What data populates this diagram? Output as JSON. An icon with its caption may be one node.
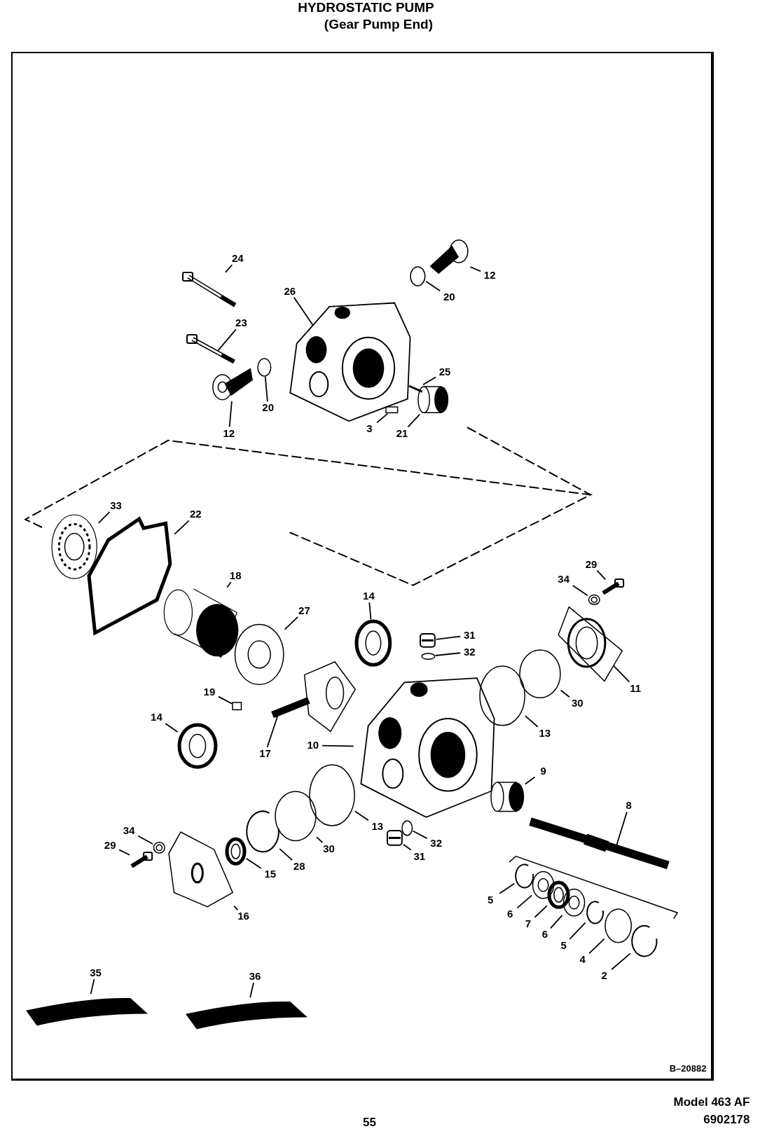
{
  "diagram": {
    "title": "HYDROSTATIC PUMP",
    "nodes": [
      {
        "text": [
          "24"
        ]
      },
      {
        "text": [],
        "shape": "picture"
      },
      {
        "text": [
          "26"
        ]
      },
      {
        "text": [],
        "shape": "picture"
      },
      {
        "text": [
          "12"
        ]
      },
      {
        "text": [],
        "shape": "picture"
      },
      {
        "text": [
          "20"
        ]
      },
      {
        "text": [],
        "shape": "circle"
      },
      {
        "text": [
          "23"
        ]
      },
      {
        "text": [],
        "shape": "picture"
      },
      {
        "text": [
          "20"
        ]
      },
      {
        "text": [],
        "shape": "circle"
      },
      {
        "text": [
          "12"
        ]
      },
      {
        "text": [],
        "shape": "picture"
      },
      {
        "text": [
          "25"
        ]
      },
      {
        "text": [],
        "shape": "picture"
      },
      {
        "text": [
          "3"
        ]
      },
      {
        "text": [],
        "shape": "box"
      },
      {
        "text": [
          "21"
        ]
      },
      {
        "text": [],
        "shape": "picture"
      },
      {
        "text": [
          "33"
        ]
      },
      {
        "text": [],
        "shape": "picture"
      },
      {
        "text": [
          "22"
        ]
      },
      {
        "text": [],
        "shape": "picture"
      },
      {
        "text": [
          "18"
        ]
      },
      {
        "text": [],
        "shape": "picture"
      },
      {
        "text": [
          "27"
        ]
      },
      {
        "text": [],
        "shape": "picture"
      },
      {
        "text": [
          "14"
        ]
      },
      {
        "text": [],
        "shape": "picture"
      },
      {
        "text": [
          "31"
        ]
      },
      {
        "text": [],
        "shape": "picture"
      },
      {
        "text": [
          "32"
        ]
      },
      {
        "text": [],
        "shape": "circle"
      },
      {
        "text": [
          "29"
        ]
      },
      {
        "text": [],
        "shape": "picture"
      },
      {
        "text": [
          "34"
        ]
      },
      {
        "text": [],
        "shape": "picture"
      },
      {
        "text": [
          "11"
        ]
      },
      {
        "text": [],
        "shape": "picture"
      },
      {
        "text": [
          "30"
        ]
      },
      {
        "text": [],
        "shape": "circle"
      },
      {
        "text": [
          "13"
        ]
      },
      {
        "text": [],
        "shape": "circle"
      },
      {
        "text": [
          "19"
        ]
      },
      {
        "text": [],
        "shape": "box"
      },
      {
        "text": [
          "14"
        ]
      },
      {
        "text": [],
        "shape": "picture"
      },
      {
        "text": [
          "17"
        ]
      },
      {
        "text": [],
        "shape": "picture"
      },
      {
        "text": [
          "10"
        ]
      },
      {
        "text": [],
        "shape": "picture"
      },
      {
        "text": [
          "9"
        ]
      },
      {
        "text": [],
        "shape": "picture"
      },
      {
        "text": [
          "8"
        ]
      },
      {
        "text": [],
        "shape": "picture"
      },
      {
        "text": [
          "13"
        ]
      },
      {
        "text": [],
        "shape": "circle"
      },
      {
        "text": [
          "30"
        ]
      },
      {
        "text": [],
        "shape": "circle"
      },
      {
        "text": [
          "32"
        ]
      },
      {
        "text": [],
        "shape": "circle"
      },
      {
        "text": [
          "31"
        ]
      },
      {
        "text": [],
        "shape": "picture"
      },
      {
        "text": [
          "34"
        ]
      },
      {
        "text": [],
        "shape": "picture"
      },
      {
        "text": [
          "29"
        ]
      },
      {
        "text": [],
        "shape": "picture"
      },
      {
        "text": [
          "28"
        ]
      },
      {
        "text": [],
        "shape": "picture"
      },
      {
        "text": [
          "15"
        ]
      },
      {
        "text": [],
        "shape": "picture"
      },
      {
        "text": [
          "16"
        ]
      },
      {
        "text": [],
        "shape": "picture"
      },
      {
        "text": [
          "5"
        ]
      },
      {
        "text": [],
        "shape": "picture"
      },
      {
        "text": [
          "6"
        ]
      },
      {
        "text": [],
        "shape": "picture"
      },
      {
        "text": [
          "7"
        ]
      },
      {
        "text": [],
        "shape": "picture"
      },
      {
        "text": [
          "6"
        ]
      },
      {
        "text": [],
        "shape": "picture"
      },
      {
        "text": [
          "5"
        ]
      },
      {
        "text": [],
        "shape": "picture"
      },
      {
        "text": [
          "4"
        ]
      },
      {
        "text": [],
        "shape": "circle"
      },
      {
        "text": [
          "2"
        ]
      },
      {
        "text": [],
        "shape": "picture"
      },
      {
        "text": [
          "35"
        ]
      },
      {
        "text": [],
        "shape": "picture"
      },
      {
        "text": [
          "36"
        ]
      },
      {
        "text": [],
        "shape": "picture"
      }
    ],
    "edges": [
      {
        "from": 0,
        "to": 1,
        "arrow": "none"
      },
      {
        "from": 2,
        "to": 3,
        "arrow": "none"
      },
      {
        "from": 4,
        "to": 5,
        "arrow": "none"
      },
      {
        "from": 6,
        "to": 7,
        "arrow": "none"
      },
      {
        "from": 8,
        "to": 9,
        "arrow": "none"
      },
      {
        "from": 10,
        "to": 11,
        "arrow": "none"
      },
      {
        "from": 12,
        "to": 13,
        "arrow": "none"
      },
      {
        "from": 14,
        "to": 15,
        "arrow": "none"
      },
      {
        "from": 16,
        "to": 17,
        "arrow": "none"
      },
      {
        "from": 18,
        "to": 19,
        "arrow": "none"
      },
      {
        "from": 20,
        "to": 21,
        "arrow": "none"
      },
      {
        "from": 22,
        "to": 23,
        "arrow": "none"
      },
      {
        "from": 24,
        "to": 25,
        "arrow": "none"
      },
      {
        "from": 26,
        "to": 27,
        "arrow": "none"
      },
      {
        "from": 28,
        "to": 29,
        "arrow": "none"
      },
      {
        "from": 30,
        "to": 31,
        "arrow": "none"
      },
      {
        "from": 32,
        "to": 33,
        "arrow": "none"
      },
      {
        "from": 34,
        "to": 35,
        "arrow": "none"
      },
      {
        "from": 36,
        "to": 37,
        "arrow": "none"
      },
      {
        "from": 38,
        "to": 39,
        "arrow": "none"
      },
      {
        "from": 40,
        "to": 41,
        "arrow": "none"
      },
      {
        "from": 42,
        "to": 43,
        "arrow": "none"
      },
      {
        "from": 44,
        "to": 45,
        "arrow": "none"
      },
      {
        "from": 46,
        "to": 47,
        "arrow": "none"
      },
      {
        "from": 48,
        "to": 49,
        "arrow": "none"
      },
      {
        "from": 50,
        "to": 51,
        "arrow": "none"
      },
      {
        "from": 52,
        "to": 53,
        "arrow": "none"
      },
      {
        "from": 54,
        "to": 55,
        "arrow": "none"
      },
      {
        "from": 56,
        "to": 57,
        "arrow": "none"
      },
      {
        "from": 58,
        "to": 59,
        "arrow": "none"
      },
      {
        "from": 60,
        "to": 61,
        "arrow": "none"
      },
      {
        "from": 62,
        "to": 63,
        "arrow": "none"
      },
      {
        "from": 64,
        "to": 65,
        "arrow": "none"
      },
      {
        "from": 66,
        "to": 67,
        "arrow": "none"
      },
      {
        "from": 68,
        "to": 69,
        "arrow": "none"
      },
      {
        "from": 70,
        "to": 71,
        "arrow": "none"
      },
      {
        "from": 72,
        "to": 73,
        "arrow": "none"
      },
      {
        "from": 74,
        "to": 75,
        "arrow": "none"
      },
      {
        "from": 76,
        "to": 77,
        "arrow": "none"
      },
      {
        "from": 78,
        "to": 79,
        "arrow": "none"
      },
      {
        "from": 80,
        "to": 81,
        "arrow": "none"
      },
      {
        "from": 82,
        "to": 83,
        "arrow": "none"
      },
      {
        "from": 84,
        "to": 85,
        "arrow": "none"
      },
      {
        "from": 86,
        "to": 87,
        "arrow": "none"
      },
      {
        "from": 88,
        "to": 89,
        "arrow": "none"
      },
      {
        "from": 90,
        "to": 91,
        "arrow": "none"
      }
    ],
    "labels": [
      "(Gear Pump End)",
      "B–20882",
      "55",
      "Model 463 AF",
      "6902178"
    ]
  }
}
